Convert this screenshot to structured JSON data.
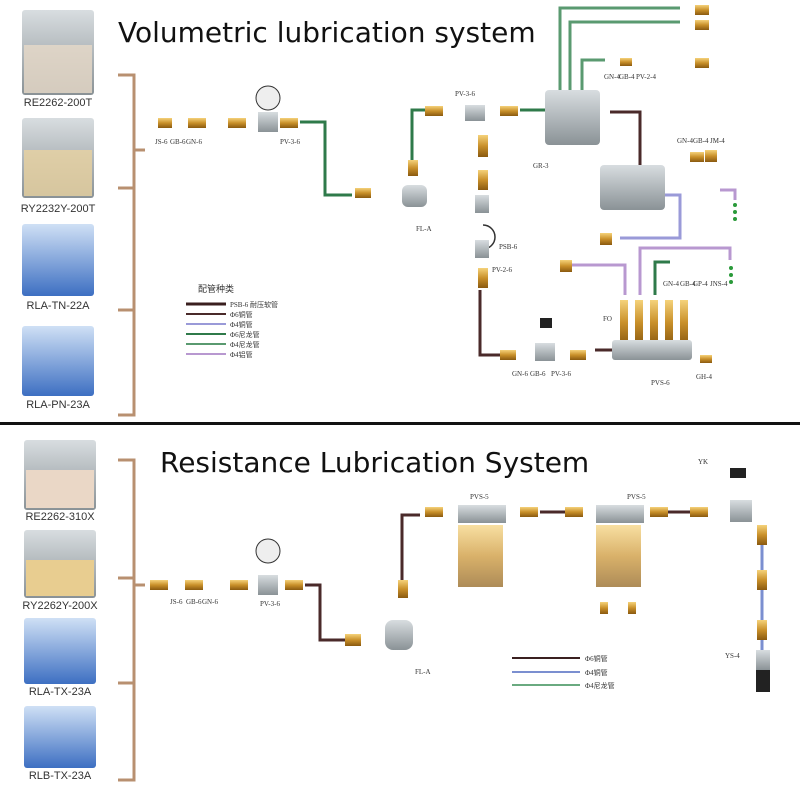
{
  "top": {
    "title": "Volumetric lubrication system",
    "pumps": [
      "RE2262-200T",
      "RY2232Y-200T",
      "RLA-TN-22A",
      "RLA-PN-23A"
    ],
    "parts": [
      "JS-6",
      "GB-6",
      "GN-6",
      "PV-3-6",
      "FL-A",
      "PV-3-6",
      "GR-3",
      "GN-4",
      "GB-4",
      "PV-2-4",
      "GN-4",
      "GB-4",
      "JM-4",
      "PSB-6",
      "PV-2-6",
      "GN-4",
      "GB-4",
      "GP-4",
      "JNS-4",
      "FO",
      "GN-6",
      "GB-6",
      "PV-3-6",
      "PVS-6",
      "GH-4"
    ],
    "legend": {
      "heading": "配管种类",
      "items": [
        "PSB-6 耐压软管",
        "Φ6铜管",
        "Φ4铜管",
        "Φ6尼龙管",
        "Φ4尼龙管",
        "Φ4铝管"
      ],
      "colors": [
        "#3a1f1f",
        "#4a2a2a",
        "#9a9ad8",
        "#2f7a4a",
        "#5a9a70",
        "#b898d0"
      ]
    }
  },
  "bottom": {
    "title": "Resistance Lubrication System",
    "pumps": [
      "RE2262-310X",
      "RY2262Y-200X",
      "RLA-TX-23A",
      "RLB-TX-23A"
    ],
    "parts": [
      "JS-6",
      "GB-6",
      "GN-6",
      "PV-3-6",
      "FL-A",
      "PVS-5",
      "PVS-5",
      "YK",
      "YS-4"
    ],
    "legend": {
      "items": [
        "Φ6铜管",
        "Φ4铜管",
        "Φ4尼龙管"
      ],
      "colors": [
        "#3a2020",
        "#7b8fd0",
        "#6aaa80"
      ]
    }
  }
}
